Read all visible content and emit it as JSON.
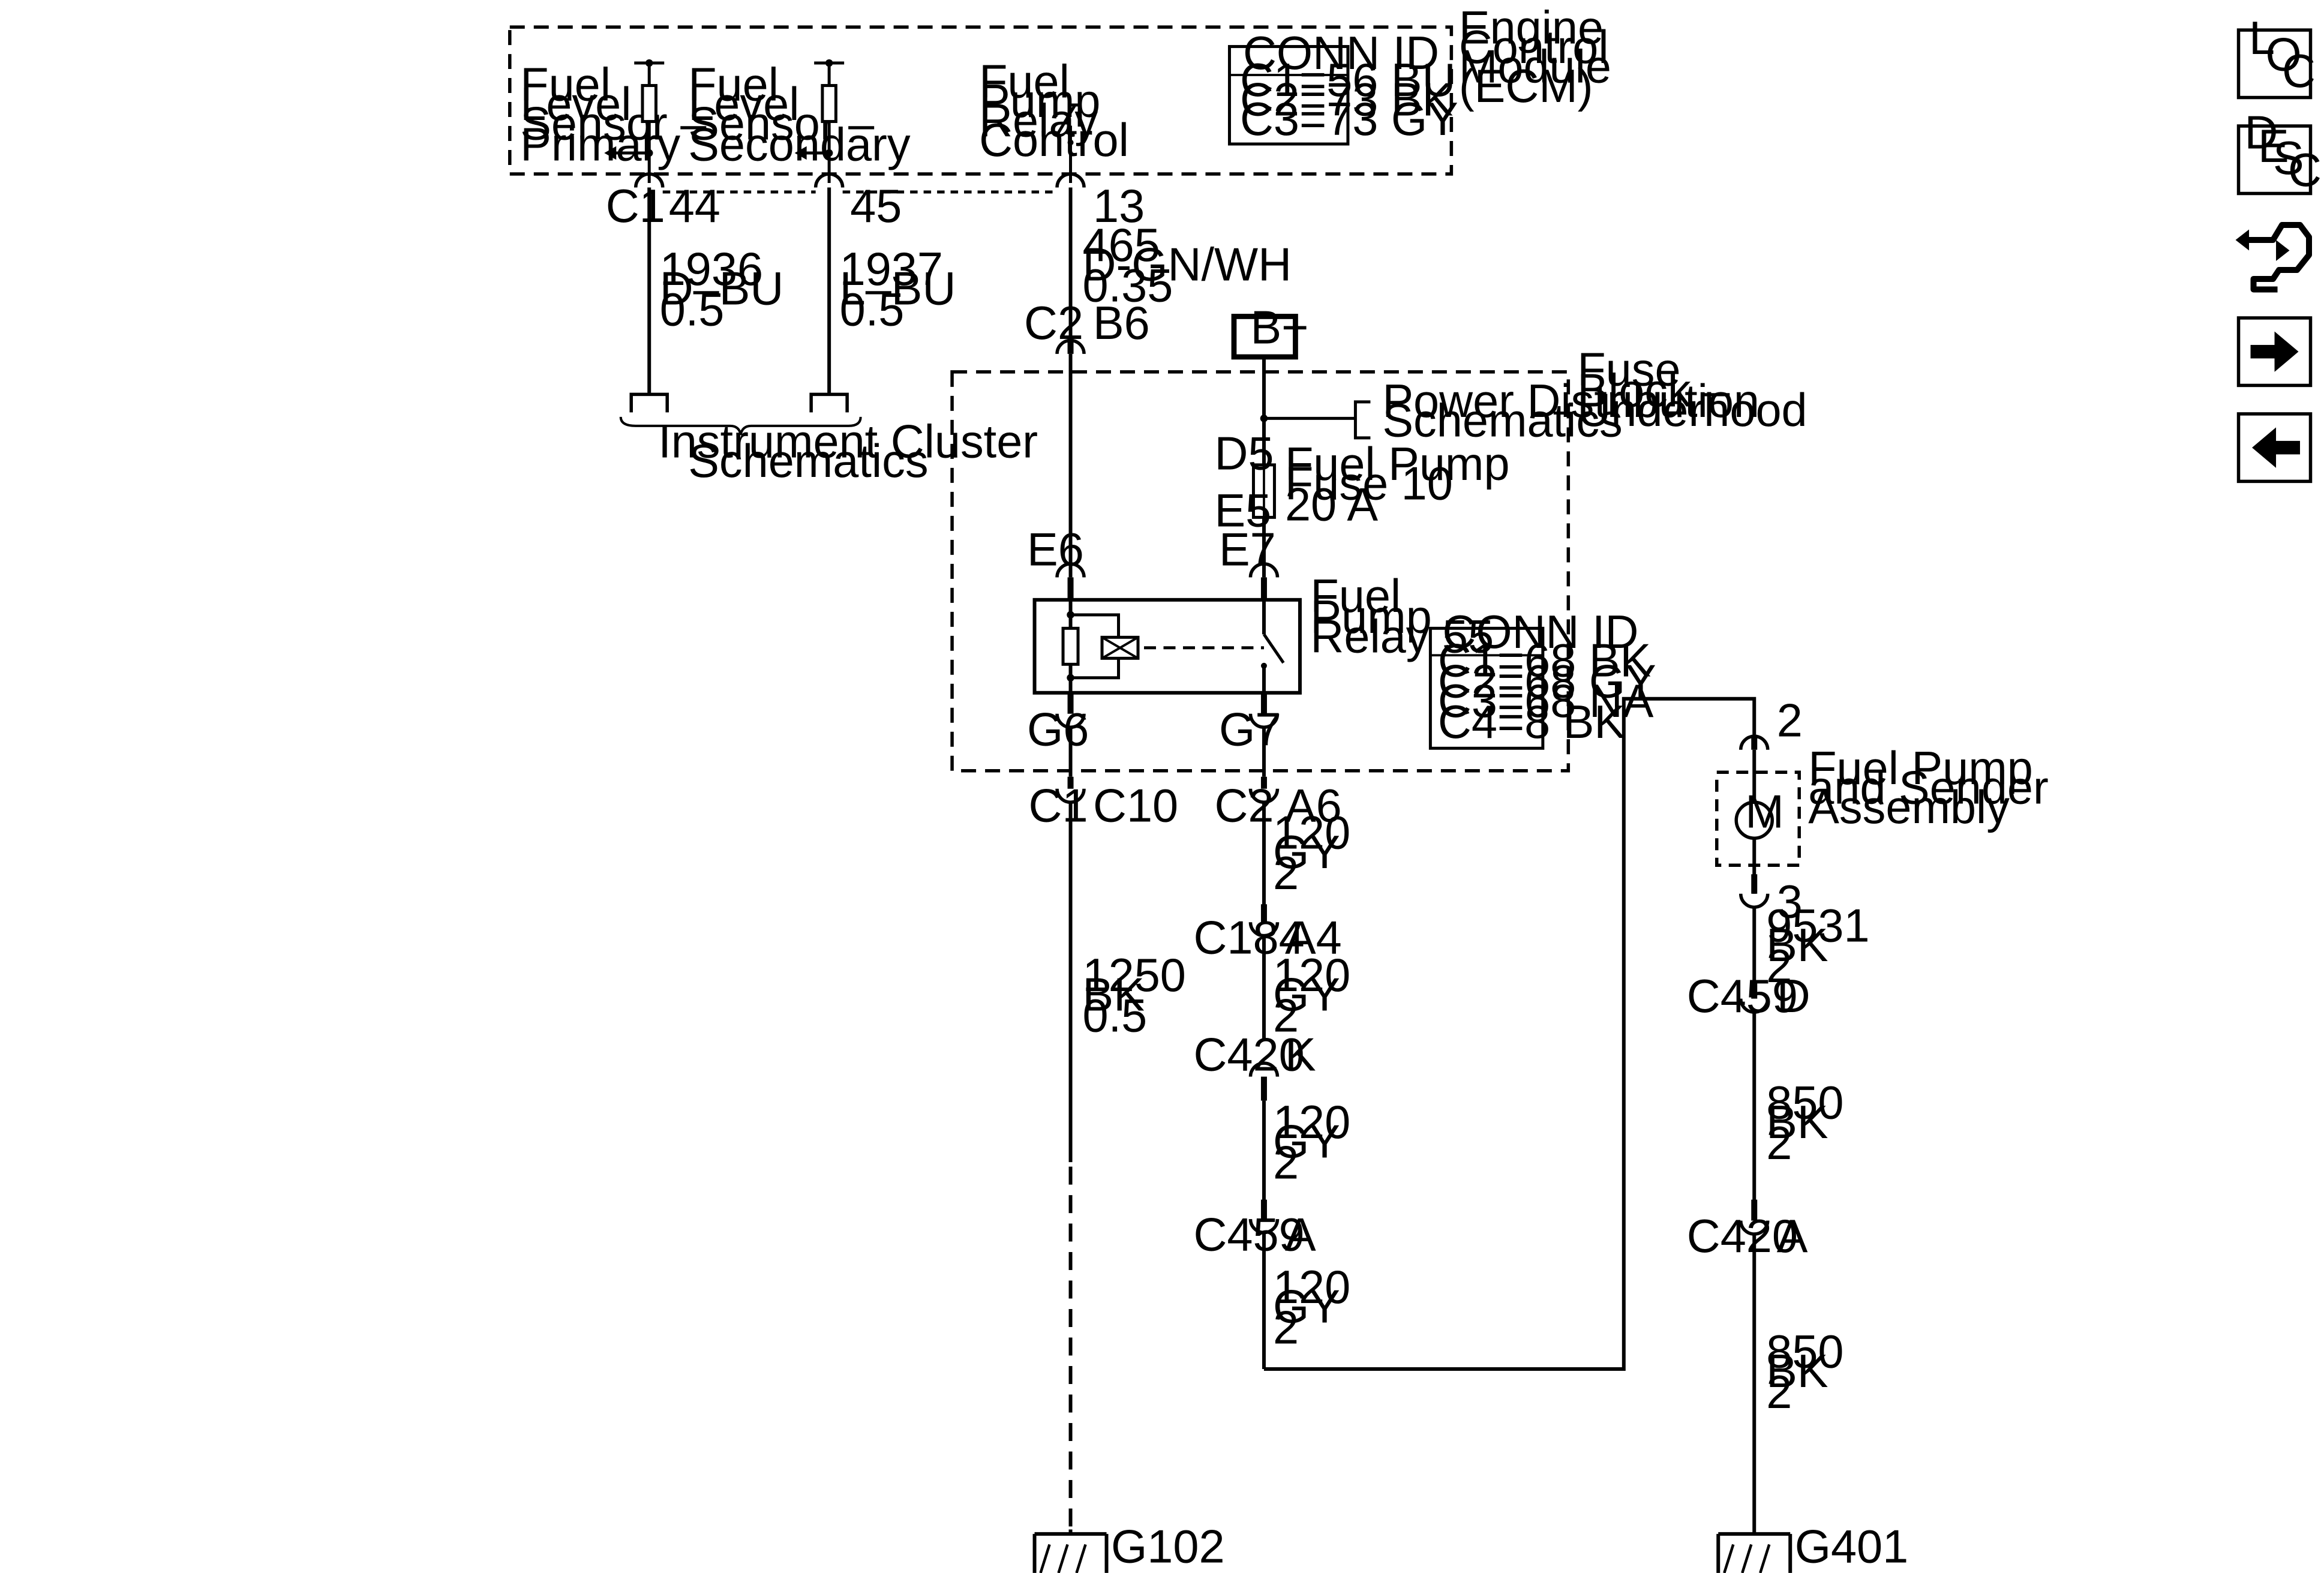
{
  "ecm": {
    "title": [
      "Engine",
      "Control",
      "Module",
      "(ECM)"
    ],
    "conn_id": {
      "header": "CONN ID",
      "rows": [
        "C1=56 BU",
        "C2=73 BK",
        "C3=73 GY"
      ]
    },
    "sensor_primary": [
      "Fuel",
      "Level",
      "Sensor –",
      "Primary"
    ],
    "sensor_secondary": [
      "Fuel",
      "Level",
      "Sensor –",
      "Secondary"
    ],
    "relay_control": [
      "Fuel",
      "Pump",
      "Relay",
      "Control"
    ],
    "conn_c1": "C1",
    "pin_44": "44",
    "pin_45": "45",
    "pin_13": "13"
  },
  "wires": {
    "w1936": [
      "1936",
      "D–BU",
      "0.5"
    ],
    "w1937": [
      "1937",
      "L–BU",
      "0.5"
    ],
    "w465": [
      "465",
      "D-GN/WH",
      "0.35"
    ],
    "w1250": [
      "1250",
      "BK",
      "0.5"
    ],
    "w120_a": [
      "120",
      "GY",
      "2"
    ],
    "w120_b": [
      "120",
      "GY",
      "2"
    ],
    "w120_c": [
      "120",
      "GY",
      "2"
    ],
    "w120_d": [
      "120",
      "GY",
      "2"
    ],
    "w9531": [
      "9531",
      "BK",
      "2"
    ],
    "w850_a": [
      "850",
      "BK",
      "2"
    ],
    "w850_b": [
      "850",
      "BK",
      "2"
    ]
  },
  "instrument_cluster": [
    "Instrument Cluster",
    "Schematics"
  ],
  "fuse_block": {
    "title": [
      "Fuse",
      "Block –",
      "Underhood"
    ],
    "b_plus": "B+",
    "power_distribution": [
      "Power Distribution",
      "Schematics"
    ],
    "fuse_label": [
      "Fuel Pump",
      "Fuse 10",
      "20 A"
    ],
    "relay_label": [
      "Fuel",
      "Pump",
      "Relay 55"
    ],
    "conn_id": {
      "header": "CONN ID",
      "rows": [
        "C1=68 BK",
        "C2=68 GY",
        "C3=68 NA",
        "C4=8 BK"
      ]
    },
    "c2": "C2",
    "b6": "B6",
    "d5": "D5",
    "e5": "E5",
    "e6": "E6",
    "e7": "E7",
    "g6": "G6",
    "g7": "G7"
  },
  "connectors": {
    "c1": "C1",
    "c10": "C10",
    "c2": "C2",
    "a6": "A6",
    "c184": "C184",
    "a4": "A4",
    "c420_k": "C420",
    "k": "K",
    "c459_a": "C459",
    "a": "A",
    "pin_2": "2",
    "pin_3": "3",
    "c459_d": "C459",
    "d": "D",
    "c420_a": "C420",
    "a2": "A"
  },
  "pump_assembly": {
    "label": [
      "Fuel Pump",
      "and Sender",
      "Assembly"
    ],
    "motor": "M"
  },
  "grounds": {
    "g102": "G102",
    "g401": "G401"
  },
  "sidebar": {
    "loc": [
      "L",
      "O",
      "C"
    ],
    "desc": [
      "D",
      "E",
      "S",
      "C"
    ],
    "buttons": [
      "loc-button",
      "desc-button",
      "connector-icon",
      "next-arrow-icon",
      "prev-arrow-icon"
    ]
  }
}
